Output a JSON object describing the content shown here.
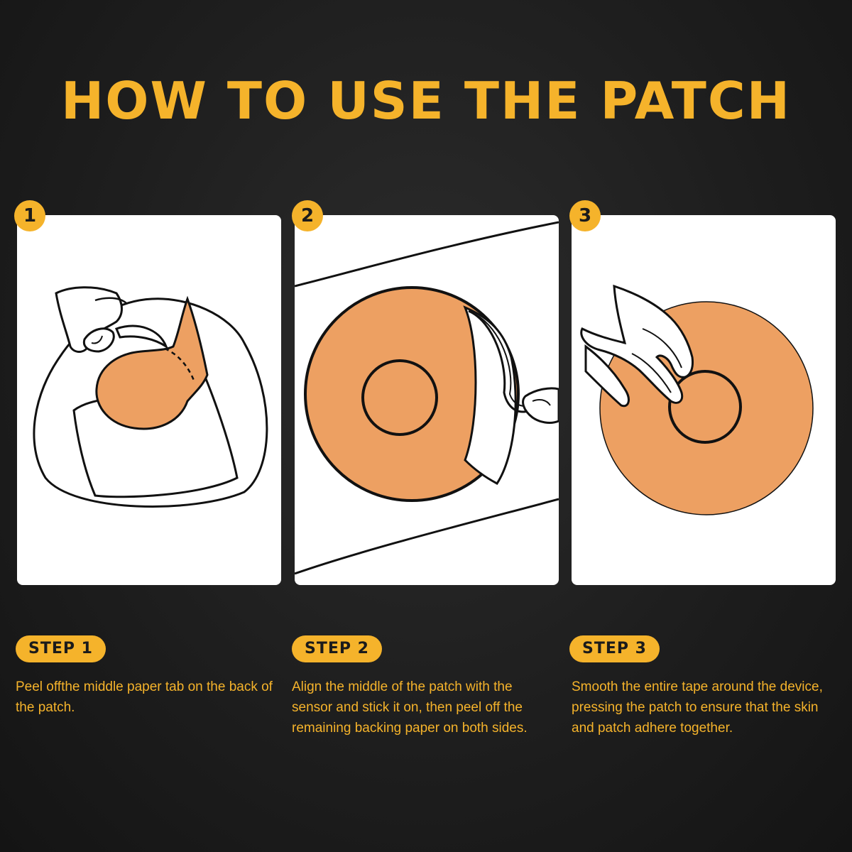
{
  "title": "HOW TO USE THE PATCH",
  "colors": {
    "accent": "#f5b32b",
    "patch": "#eda062",
    "panel": "#ffffff",
    "background": "#1e1e1e"
  },
  "steps": [
    {
      "number": "1",
      "label": "STEP 1",
      "description": "Peel offthe middle paper tab on the back of the patch."
    },
    {
      "number": "2",
      "label": "STEP 2",
      "description": "Align the middle of the patch with the sensor and stick it on, then peel off the remaining backing paper on both sides."
    },
    {
      "number": "3",
      "label": "STEP 3",
      "description": "Smooth the entire tape around the device, pressing the patch to ensure that the skin and patch adhere together."
    }
  ]
}
